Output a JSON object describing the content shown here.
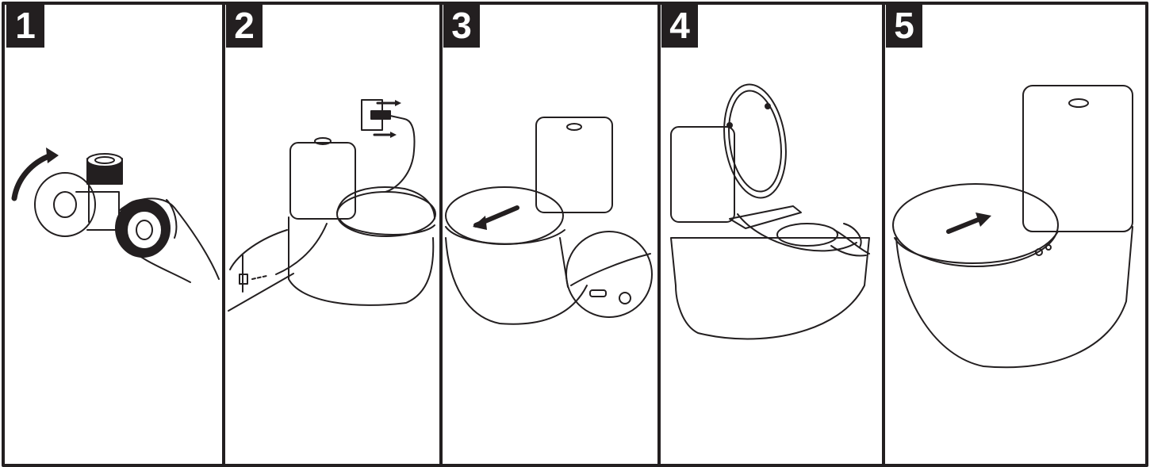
{
  "steps": [
    {
      "number": "1",
      "icon": "valve-turn-icon"
    },
    {
      "number": "2",
      "icon": "plug-and-hose-icon"
    },
    {
      "number": "3",
      "icon": "seat-slide-off-icon"
    },
    {
      "number": "4",
      "icon": "clean-bracket-icon"
    },
    {
      "number": "5",
      "icon": "seat-slide-on-icon"
    }
  ],
  "colors": {
    "ink": "#231f20",
    "paper": "#ffffff"
  }
}
